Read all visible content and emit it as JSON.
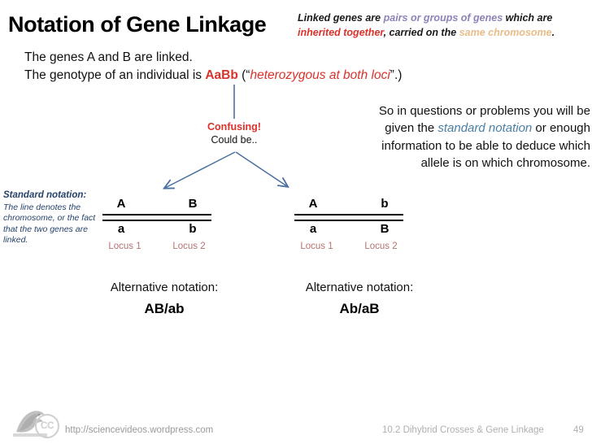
{
  "slide": {
    "title": "Notation of Gene Linkage",
    "header_definition": {
      "part1": "Linked genes are ",
      "highlight1": "pairs or groups of genes",
      "part2": " which are ",
      "highlight2": "inherited together",
      "part3": ", carried on the ",
      "highlight3": "same chromosome",
      "part4": ".",
      "colors": {
        "highlight1": "#8f82b8",
        "highlight2": "#d9332b",
        "highlight3": "#e8bd8a"
      }
    },
    "intro": {
      "line1": "The genes A and B are linked.",
      "line2_a": "The genotype of an individual is ",
      "line2_genotype": "AaBb",
      "line2_b": " (“",
      "line2_ital": "heterozygous at both loci",
      "line2_c": "”.)"
    },
    "confusing": {
      "word": "Confusing!",
      "subtitle": "Could be..",
      "color": "#d9332b"
    },
    "right_paragraph": {
      "part1": "So in questions or problems you will be given the ",
      "italic1": "standard notation",
      "part2": " or enough information to be able to deduce which allele is on which chromosome.",
      "italic_color": "#4a7fa5"
    },
    "standard_note": {
      "title": "Standard notation:",
      "body": "The line denotes the chromosome, or the fact that the two genes are linked.",
      "color": "#25436b"
    },
    "diagrams": [
      {
        "id": "left",
        "top_alleles": [
          "A",
          "B"
        ],
        "bottom_alleles": [
          "a",
          "b"
        ],
        "loci": [
          "Locus 1",
          "Locus 2"
        ],
        "alt_label": "Alternative notation:",
        "alt_value": "AB/ab"
      },
      {
        "id": "right",
        "top_alleles": [
          "A",
          "b"
        ],
        "bottom_alleles": [
          "a",
          "B"
        ],
        "loci": [
          "Locus 1",
          "Locus 2"
        ],
        "alt_label": "Alternative notation:",
        "alt_value": "Ab/aB"
      }
    ],
    "arrow_color": "#4a6fa0",
    "footer": {
      "cc_label": "CC",
      "url": "http://sciencevideos.wordpress.com",
      "topic": "10.2 Dihybrid Crosses & Gene Linkage",
      "page": "49"
    }
  }
}
